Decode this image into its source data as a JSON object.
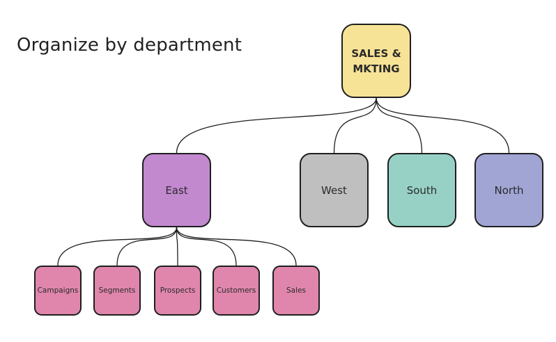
{
  "title": "Organize by department",
  "root": {
    "id": "sales-mkting",
    "label": "SALES & MKTING",
    "color": "#f7e396"
  },
  "regions": [
    {
      "id": "east",
      "label": "East",
      "color": "#c289cf"
    },
    {
      "id": "west",
      "label": "West",
      "color": "#bfbfbf"
    },
    {
      "id": "south",
      "label": "South",
      "color": "#97d1c5"
    },
    {
      "id": "north",
      "label": "North",
      "color": "#a1a5d4"
    }
  ],
  "east_children": [
    {
      "id": "campaigns",
      "label": "Campaigns",
      "color": "#e086ad"
    },
    {
      "id": "segments",
      "label": "Segments",
      "color": "#e086ad"
    },
    {
      "id": "prospects",
      "label": "Prospects",
      "color": "#e086ad"
    },
    {
      "id": "customers",
      "label": "Customers",
      "color": "#e086ad"
    },
    {
      "id": "sales",
      "label": "Sales",
      "color": "#e086ad"
    }
  ],
  "connector_color": "#1e1e1e"
}
